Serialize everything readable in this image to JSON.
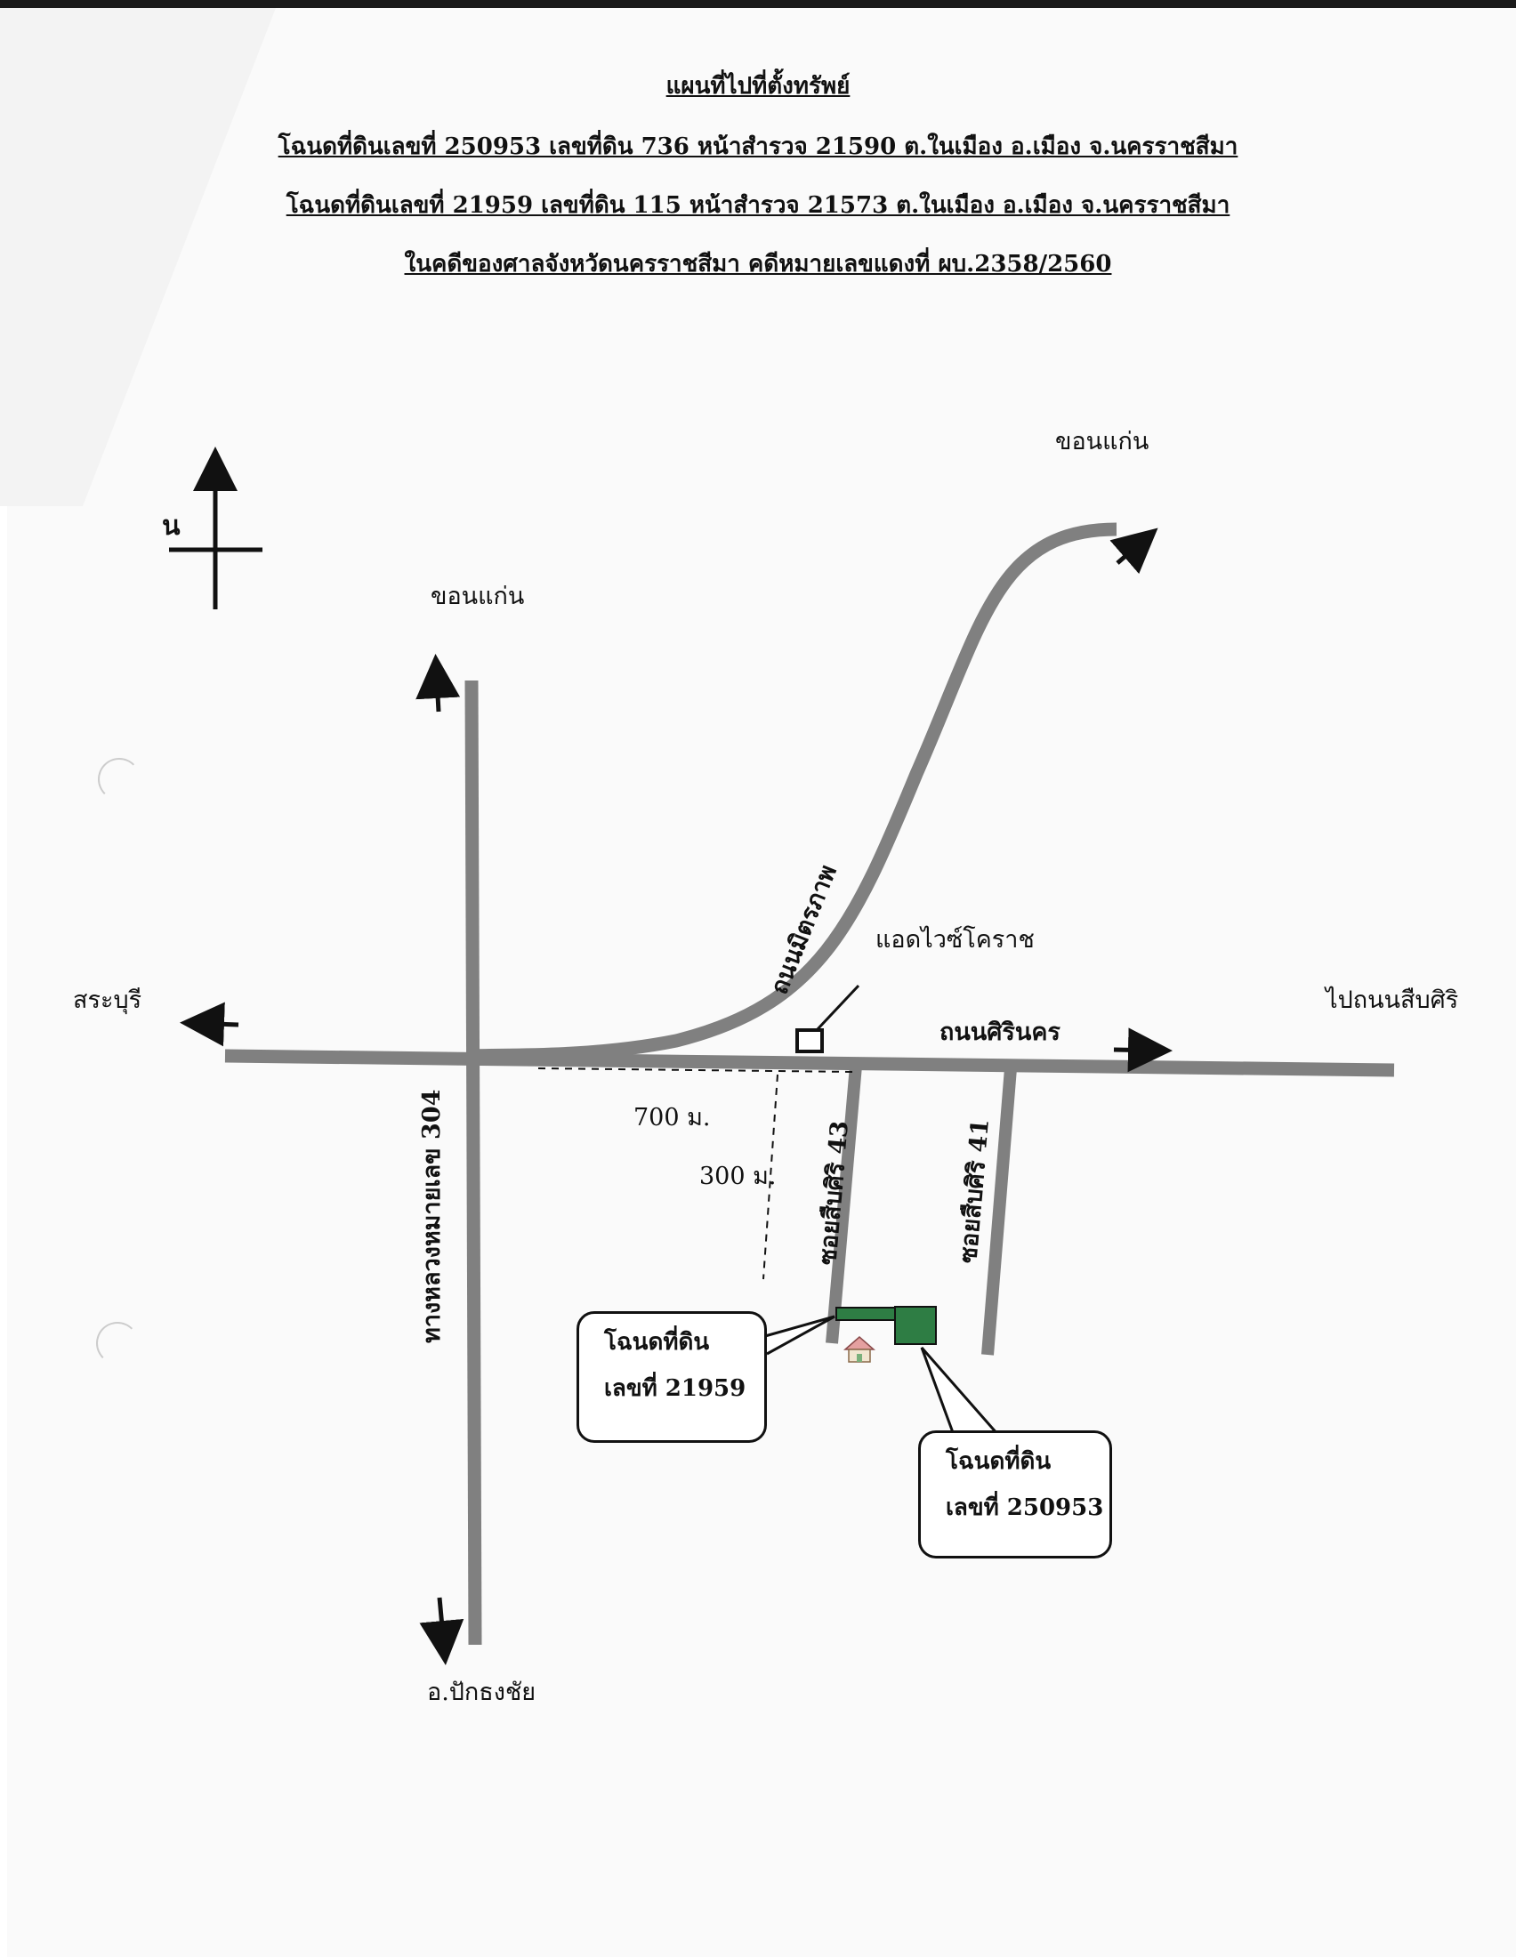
{
  "header": {
    "title": "แผนที่ไปที่ตั้งทรัพย์",
    "line1": "โฉนดที่ดินเลขที่  250953   เลขที่ดิน  736   หน้าสำรวจ  21590   ต.ในเมือง  อ.เมือง  จ.นครราชสีมา",
    "line2": "โฉนดที่ดินเลขที่  21959   เลขที่ดิน  115   หน้าสำรวจ  21573   ต.ในเมือง  อ.เมือง  จ.นครราชสีมา",
    "line3": "ในคดีของศาลจังหวัดนครราชสีมา   คดีหมายเลขแดงที่  ผบ.2358/2560"
  },
  "compass": {
    "north": "น"
  },
  "places": {
    "khonkaen_top": "ขอนแก่น",
    "khonkaen_left": "ขอนแก่น",
    "saraburi": "สระบุรี",
    "to_suebsiri": "ไปถนนสืบศิริ",
    "pak_thong_chai": "อ.ปักธงชัย",
    "landmark": "แอดไวซ์โคราช"
  },
  "roads": {
    "mittraphap": "ถนนมิตรภาพ",
    "sirinakhon": "ถนนศิรินคร",
    "highway_304": "ทางหลวงหมายเลข 304",
    "soi_43": "ซอยสืบศิริ 43",
    "soi_41": "ซอยสืบศิริ 41"
  },
  "distances": {
    "d700": "700 ม.",
    "d300": "300 ม."
  },
  "callouts": {
    "deed_21959": {
      "line1": "โฉนดที่ดิน",
      "line2": "เลขที่ 21959"
    },
    "deed_250953": {
      "line1": "โฉนดที่ดิน",
      "line2": "เลขที่ 250953"
    }
  },
  "colors": {
    "road": "#808080",
    "plot": "#2e7d44",
    "ink": "#111111"
  }
}
